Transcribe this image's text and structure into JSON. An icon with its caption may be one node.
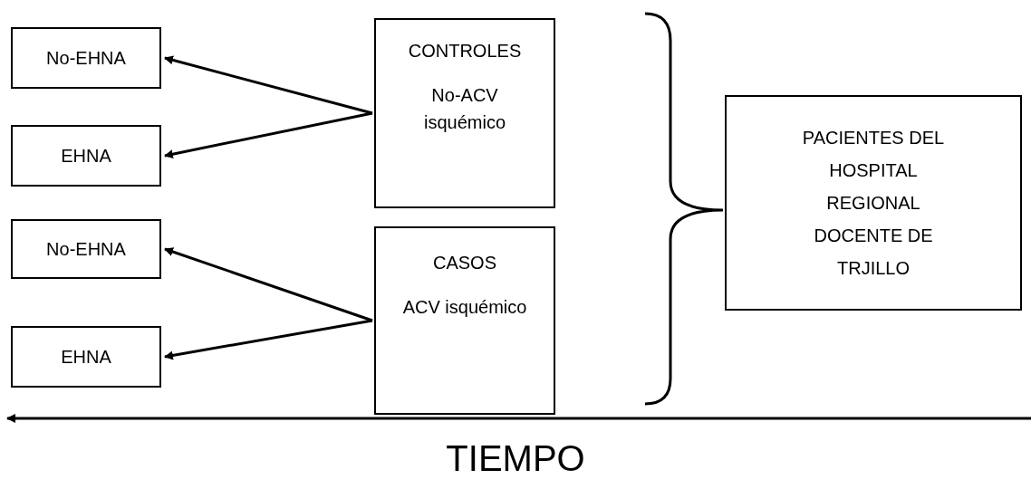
{
  "diagram": {
    "nodes": [
      {
        "text": [
          "No-EHNA"
        ]
      },
      {
        "text": [
          "EHNA"
        ]
      },
      {
        "text": [
          "No-EHNA"
        ]
      },
      {
        "text": [
          "EHNA"
        ]
      },
      {
        "text": [
          "CONTROLES",
          "No-ACV isquémico"
        ]
      },
      {
        "text": [
          "CASOS",
          "ACV isquémico"
        ]
      },
      {
        "text": [
          "PACIENTES DEL HOSPITAL REGIONAL DOCENTE DE TRJILLO"
        ]
      }
    ],
    "edges": [
      {
        "from": 4,
        "to": 0,
        "arrow": "to"
      },
      {
        "from": 4,
        "to": 1,
        "arrow": "to"
      },
      {
        "from": 5,
        "to": 2,
        "arrow": "to"
      },
      {
        "from": 5,
        "to": 3,
        "arrow": "to"
      }
    ],
    "labels": [
      "TIEMPO"
    ]
  }
}
